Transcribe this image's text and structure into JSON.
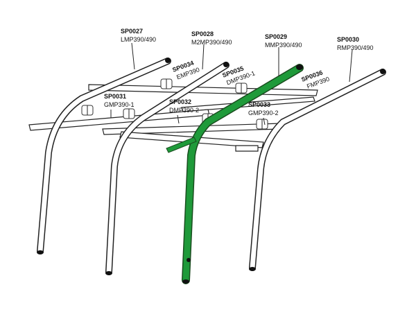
{
  "parts": [
    {
      "id": "lmp",
      "code": "SP0027",
      "desc": "LMP390/490",
      "highlighted": false
    },
    {
      "id": "m2mp",
      "code": "SP0028",
      "desc": "M2MP390/490",
      "highlighted": false
    },
    {
      "id": "mmp",
      "code": "SP0029",
      "desc": "MMP390/490",
      "highlighted": true
    },
    {
      "id": "rmp",
      "code": "SP0030",
      "desc": "RMP390/490",
      "highlighted": false
    },
    {
      "id": "gmp1",
      "code": "SP0031",
      "desc": "GMP390-1",
      "highlighted": false
    },
    {
      "id": "dmp2",
      "code": "SP0032",
      "desc": "DMP390-2",
      "highlighted": false
    },
    {
      "id": "gmp2",
      "code": "SP0033",
      "desc": "GMP390-2",
      "highlighted": false
    },
    {
      "id": "emp",
      "code": "SP0034",
      "desc": "EMP390",
      "highlighted": false
    },
    {
      "id": "dmp1",
      "code": "SP0035",
      "desc": "DMP390-1",
      "highlighted": false
    },
    {
      "id": "fmp",
      "code": "SP0036",
      "desc": "FMP390",
      "highlighted": false
    }
  ],
  "colors": {
    "highlight": "#1f9a3a",
    "outline": "#222222",
    "background": "#ffffff"
  }
}
